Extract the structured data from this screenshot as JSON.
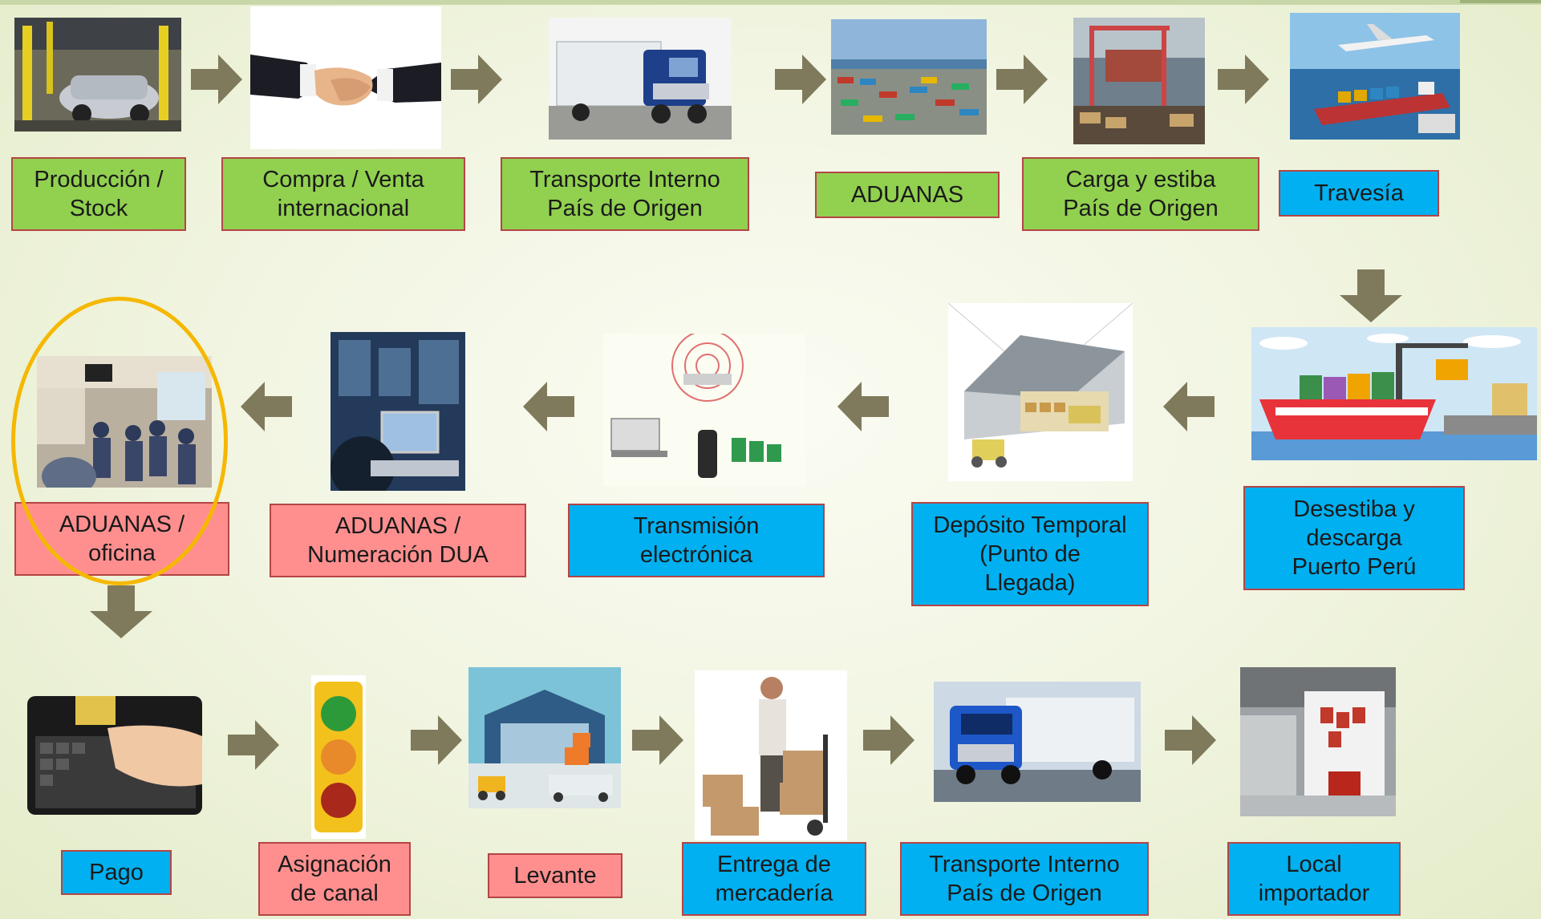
{
  "steps": {
    "produccion": "Producción /\nStock",
    "compra": "Compra / Venta\ninternacional",
    "transporte_origen": "Transporte Interno\nPaís de Origen",
    "aduanas": "ADUANAS",
    "carga": "Carga y estiba\nPaís de Origen",
    "travesia": "Travesía",
    "desestiba": "Desestiba y\ndescarga\nPuerto Perú",
    "deposito": "Depósito Temporal\n(Punto de\nLlegada)",
    "transmision": "Transmisión\nelectrónica",
    "numeracion": "ADUANAS /\nNumeración DUA",
    "oficina": "ADUANAS /\noficina",
    "pago": "Pago",
    "asignacion": "Asignación\nde canal",
    "levante": "Levante",
    "entrega": "Entrega de\nmercadería",
    "transporte_destino": "Transporte Interno\nPaís de Origen",
    "local": "Local\nimportador"
  },
  "colors": {
    "green": "#92d050",
    "blue": "#00b0f0",
    "pink": "#ff8f8f",
    "arrow": "#7f7a5c",
    "highlight": "#f5b800"
  },
  "images": [
    "factory-image",
    "handshake-image",
    "truck-image",
    "container-port-image",
    "ship-loading-image",
    "plane-ship-image",
    "ship-unloading-image",
    "warehouse-image",
    "electronic-transmission-image",
    "computer-operator-image",
    "customs-office-image",
    "keyboard-payment-image",
    "traffic-light-image",
    "warehouse-release-image",
    "delivery-worker-image",
    "blue-truck-image",
    "importer-warehouse-image"
  ]
}
